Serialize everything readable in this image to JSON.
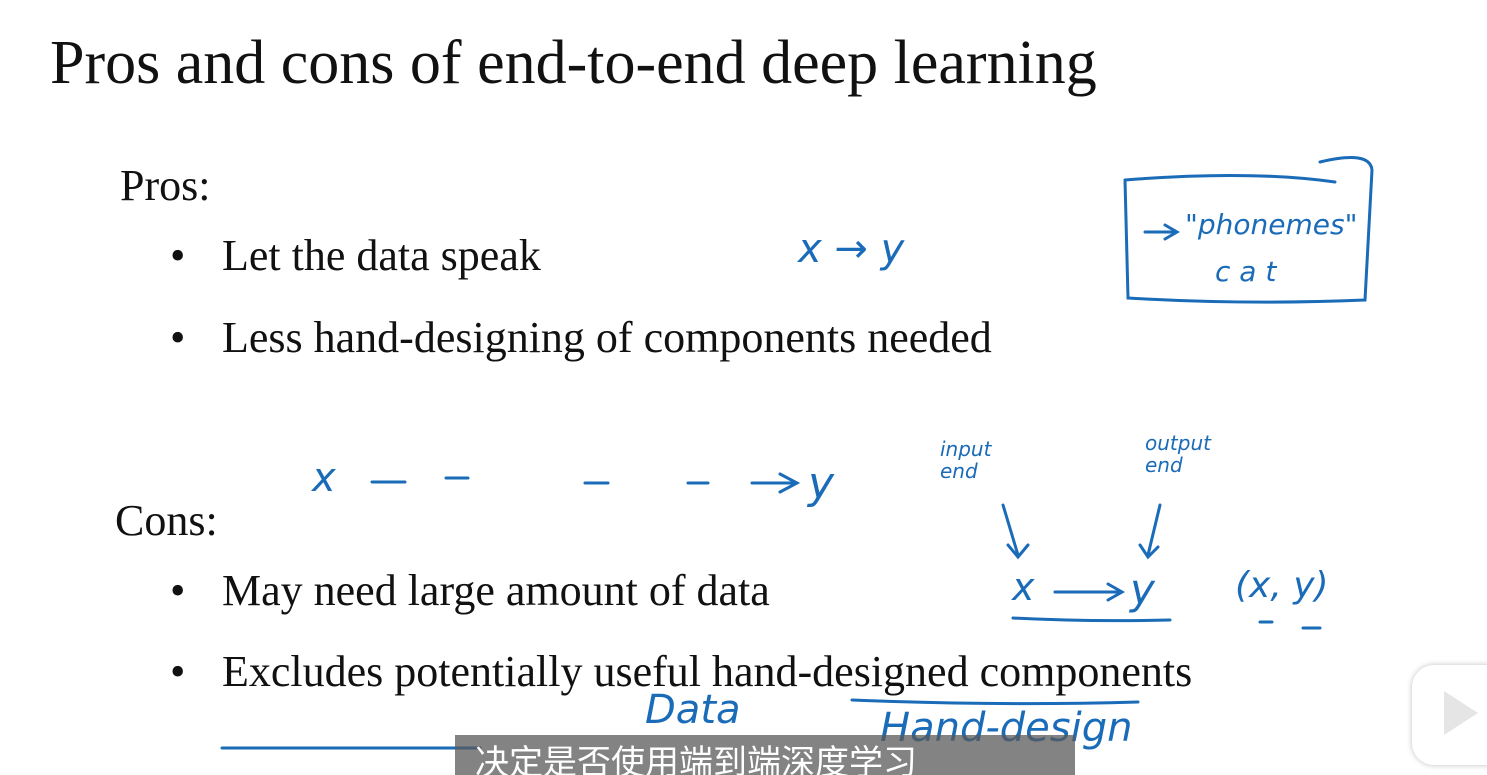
{
  "slide": {
    "title": "Pros and cons of end-to-end deep learning",
    "pros_heading": "Pros:",
    "pros": [
      "Let the data speak",
      "Less hand-designing of components needed"
    ],
    "cons_heading": "Cons:",
    "cons": [
      "May need large amount of data",
      "Excludes potentially useful hand-designed components"
    ]
  },
  "annotations": {
    "x_to_y": "x → y",
    "phonemes": "\"phonemes\"",
    "cat": "c a t",
    "input_end": "input end",
    "output_end": "output end",
    "xy_pair": "(x, y)",
    "data": "Data",
    "hand_design": "Hand-design"
  },
  "subtitle": "决定是否使用端到端深度学习",
  "colors": {
    "ink": "#1a6bb8"
  }
}
